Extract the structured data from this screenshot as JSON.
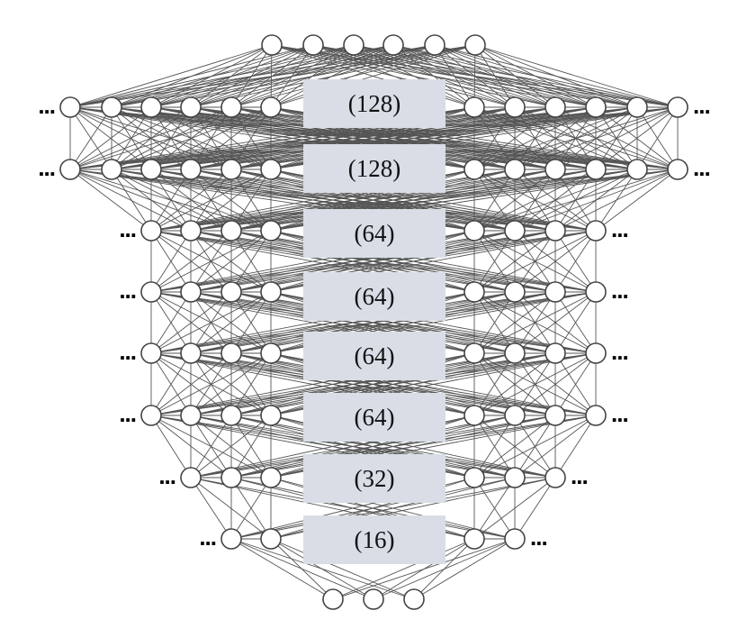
{
  "layers": [
    {
      "size_label": "(128)",
      "ellipsis": "..."
    },
    {
      "size_label": "(128)",
      "ellipsis": "..."
    },
    {
      "size_label": "(64)",
      "ellipsis": "..."
    },
    {
      "size_label": "(64)",
      "ellipsis": "..."
    },
    {
      "size_label": "(64)",
      "ellipsis": "..."
    },
    {
      "size_label": "(64)",
      "ellipsis": "..."
    },
    {
      "size_label": "(32)",
      "ellipsis": "..."
    },
    {
      "size_label": "(16)",
      "ellipsis": "..."
    }
  ],
  "input_nodes_shown": 6,
  "output_nodes_shown": 3,
  "colors": {
    "box_fill": "#d8dde6",
    "edge": "#555555",
    "node_stroke": "#444444"
  }
}
